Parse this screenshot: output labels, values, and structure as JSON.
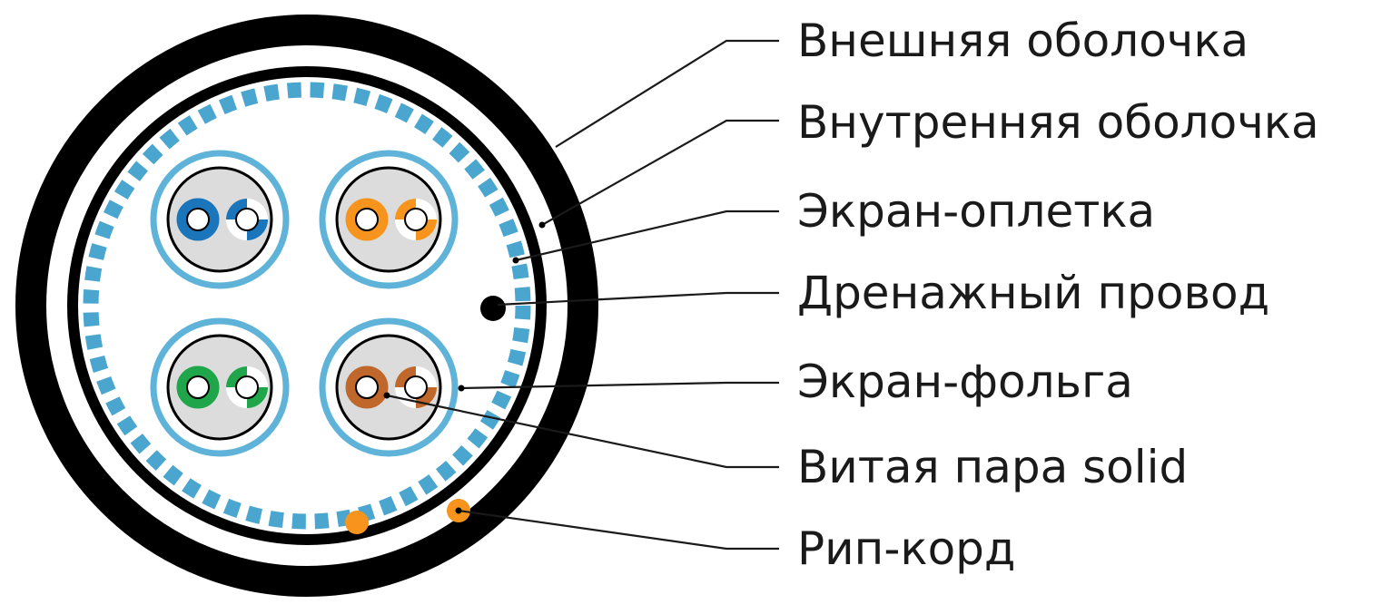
{
  "labels": [
    "Внешняя оболочка",
    "Внутренняя оболочка",
    "Экран-оплетка",
    "Дренажный провод",
    "Экран-фольга",
    "Витая пара solid",
    "Рип-корд"
  ],
  "pairs": [
    {
      "name": "blue",
      "color": "#1b75bb"
    },
    {
      "name": "orange",
      "color": "#f7941d"
    },
    {
      "name": "green",
      "color": "#1fa64a"
    },
    {
      "name": "brown",
      "color": "#c0672b"
    }
  ],
  "colors": {
    "jacket": "#000000",
    "braid": "#4aa5cf",
    "foil": "#5fb3d8",
    "pair_fill": "#dcdcdc",
    "drain": "#000000",
    "ripcord": "#f7941d"
  }
}
